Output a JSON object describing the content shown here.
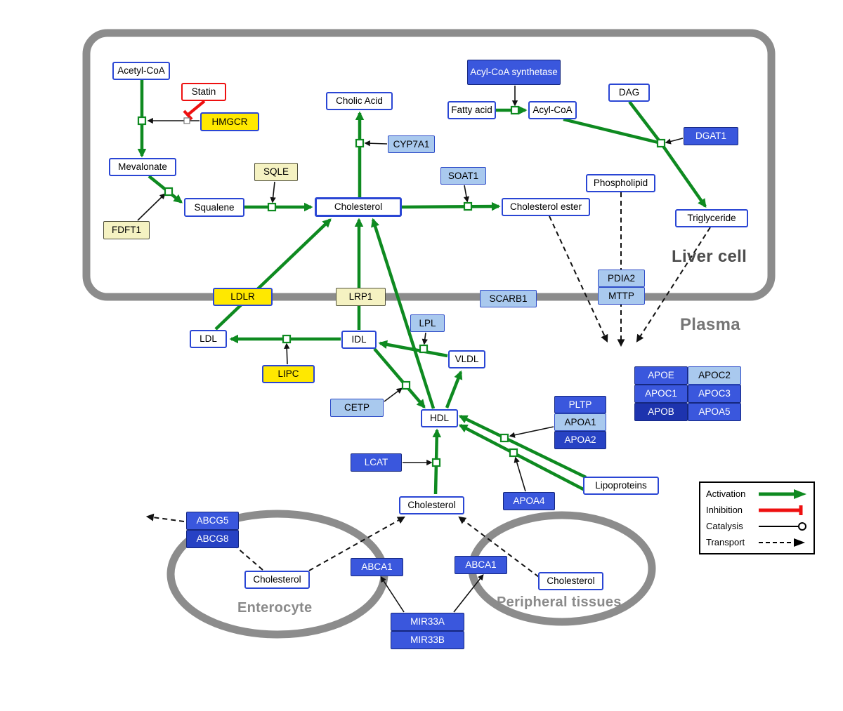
{
  "compartments": {
    "liver": "Liver cell",
    "plasma": "Plasma",
    "enterocyte": "Enterocyte",
    "peripheral": "Peripheral tissues"
  },
  "nodes": {
    "acetyl_coa": "Acetyl-CoA",
    "statin": "Statin",
    "hmgcr": "HMGCR",
    "mevalonate": "Mevalonate",
    "sqle": "SQLE",
    "fdft1": "FDFT1",
    "squalene": "Squalene",
    "cholesterol_liver": "Cholesterol",
    "cholic_acid": "Cholic Acid",
    "cyp7a1": "CYP7A1",
    "soat1": "SOAT1",
    "cholesterol_ester": "Cholesterol ester",
    "acyl_coa_synthetase": "Acyl-CoA synthetase",
    "fatty_acid": "Fatty acid",
    "acyl_coa": "Acyl-CoA",
    "dag": "DAG",
    "dgat1": "DGAT1",
    "phospholipid": "Phospholipid",
    "triglyceride": "Triglyceride",
    "pdia2": "PDIA2",
    "mttp": "MTTP",
    "ldlr": "LDLR",
    "lrp1": "LRP1",
    "scarb1": "SCARB1",
    "ldl": "LDL",
    "idl": "IDL",
    "lpl": "LPL",
    "vldl": "VLDL",
    "lipc": "LIPC",
    "cetp": "CETP",
    "hdl": "HDL",
    "pltp": "PLTP",
    "apoa1": "APOA1",
    "apoa2": "APOA2",
    "apoe": "APOE",
    "apoc2": "APOC2",
    "apoc1": "APOC1",
    "apoc3": "APOC3",
    "apob": "APOB",
    "apoa5": "APOA5",
    "lcat": "LCAT",
    "apoa4": "APOA4",
    "lipoproteins": "Lipoproteins",
    "cholesterol_plasma": "Cholesterol",
    "abcg5": "ABCG5",
    "abcg8": "ABCG8",
    "cholesterol_enterocyte": "Cholesterol",
    "abca1_enterocyte": "ABCA1",
    "abca1_peripheral": "ABCA1",
    "cholesterol_peripheral": "Cholesterol",
    "mir33a": "MIR33A",
    "mir33b": "MIR33B"
  },
  "legend": {
    "activation": "Activation",
    "inhibition": "Inhibition",
    "catalysis": "Catalysis",
    "transport": "Transport"
  },
  "colors": {
    "activation_green": "#0e8a20",
    "inhibition_red": "#ee1010",
    "membrane_gray": "#8c8c8c",
    "metabolite_border_blue": "#2a46d4",
    "enzyme_yellow": "#ffe800",
    "enzyme_pale_yellow": "#f5f2c2",
    "protein_light_blue": "#a9c9ee",
    "protein_blue": "#3a57dd",
    "protein_dark_blue": "#1d33ae"
  }
}
